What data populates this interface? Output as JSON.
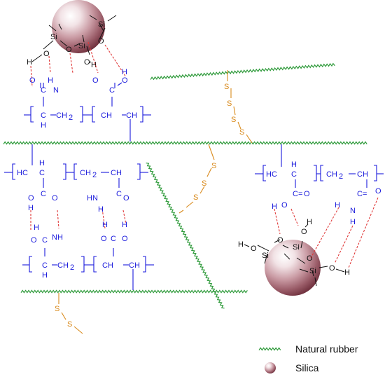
{
  "atoms": {
    "si": "Si",
    "o": "O",
    "h": "H",
    "c": "C",
    "n": "N",
    "s": "S",
    "nh": "NH",
    "hn": "HN",
    "ch": "CH",
    "hc": "HC",
    "ch2": "CH",
    "sub2": "2",
    "dbl_o": "=O",
    "c_eq": "C="
  },
  "legend": {
    "natural_rubber": "Natural rubber",
    "silica": "Silica"
  },
  "colors": {
    "rubber": "#2e9a3a",
    "polymer": "#1a1adc",
    "sulfur": "#d98a1c",
    "hbond": "#e03a3a",
    "silica": "#a8747e"
  }
}
